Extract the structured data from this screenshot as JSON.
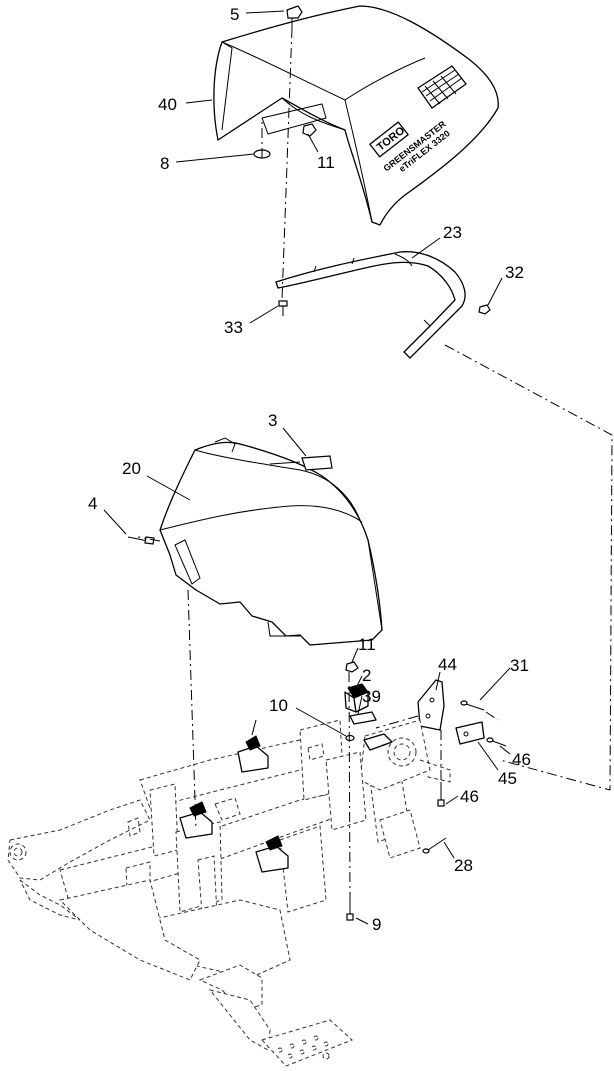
{
  "callouts": {
    "c5": "5",
    "c40": "40",
    "c8": "8",
    "c11a": "11",
    "c23": "23",
    "c32": "32",
    "c33": "33",
    "c3": "3",
    "c20": "20",
    "c4": "4",
    "c11b": "11",
    "c2": "2",
    "c44": "44",
    "c31": "31",
    "c39": "39",
    "c10": "10",
    "c46a": "46",
    "c45": "45",
    "c46b": "46",
    "c28": "28",
    "c9": "9"
  },
  "logo": {
    "brand": "TORO",
    "model": "GREENSMASTER",
    "sub": "eTriFLEX 3320"
  }
}
